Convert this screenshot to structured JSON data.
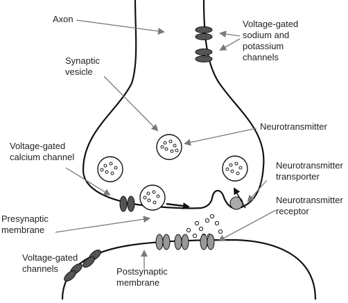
{
  "labels": {
    "axon": "Axon",
    "voltage_gated_na_k": "Voltage-gated\nsodium and\npotassium\nchannels",
    "synaptic_vesicle": "Synaptic\nvesicle",
    "neurotransmitter": "Neurotransmitter",
    "voltage_gated_ca": "Voltage-gated\ncalcium channel",
    "nt_transporter": "Neurotransmitter\ntransporter",
    "nt_receptor": "Neurotransmitter\nreceptor",
    "presynaptic_membrane": "Presynaptic\nmembrane",
    "voltage_gated_channels": "Voltage-gated\nchannels",
    "postsynaptic_membrane": "Postsynaptic\nmembrane"
  },
  "colors": {
    "membrane": "#111111",
    "channel_dark": "#555555",
    "receptor_light": "#999999",
    "transporter": "#aaaaaa",
    "pointer": "#7a7a7a"
  }
}
